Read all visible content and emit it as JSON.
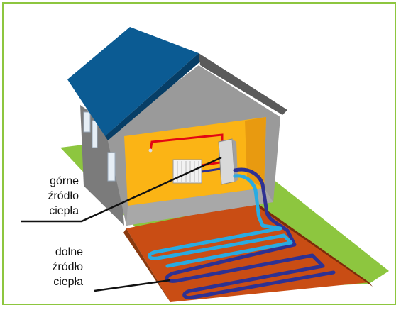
{
  "labels": {
    "upper_source": [
      "górne",
      "źródło",
      "ciepła"
    ],
    "lower_source": [
      "dolne",
      "źródło",
      "ciepła"
    ]
  },
  "colors": {
    "frame": "#8dc63f",
    "roof": "#0b5b93",
    "wall_gray": "#8c8c8c",
    "interior": "#fbb415",
    "grass": "#8dc63f",
    "soil": "#c94d14",
    "pipe_cold": "#29abe2",
    "pipe_warm": "#2e3192",
    "pipe_hot": "#e30613"
  }
}
